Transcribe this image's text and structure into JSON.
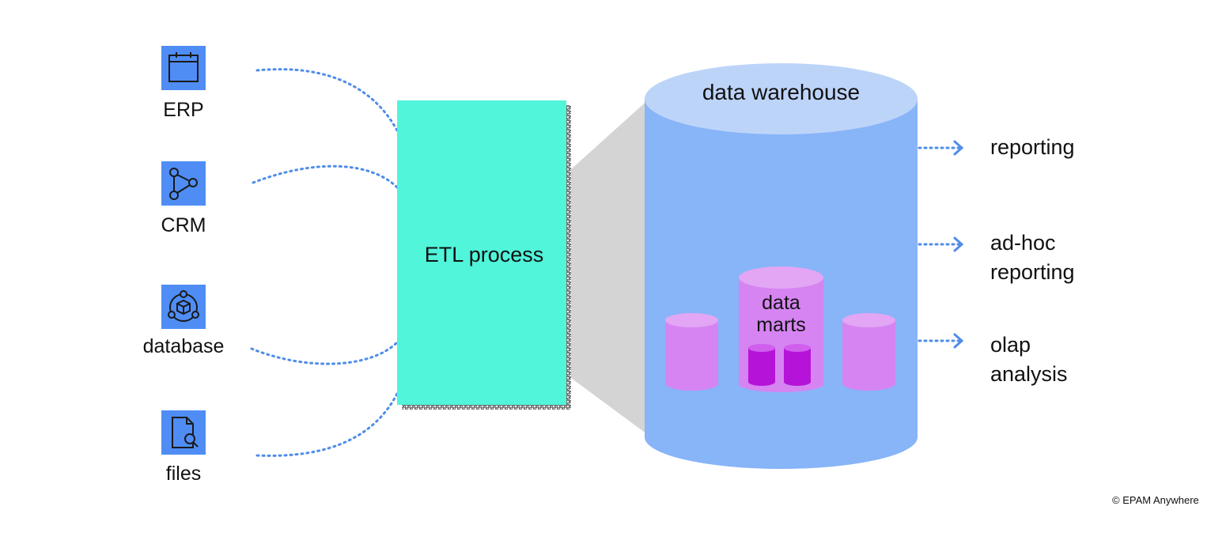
{
  "sources": [
    {
      "label": "ERP",
      "icon": "calendar-icon"
    },
    {
      "label": "CRM",
      "icon": "network-triangle-icon"
    },
    {
      "label": "database",
      "icon": "cube-network-icon"
    },
    {
      "label": "files",
      "icon": "file-search-icon"
    }
  ],
  "etl": {
    "label": "ETL process"
  },
  "warehouse": {
    "label": "data warehouse"
  },
  "marts": {
    "line1": "data",
    "line2": "marts"
  },
  "outputs": [
    {
      "line1": "reporting",
      "line2": ""
    },
    {
      "line1": "ad-hoc",
      "line2": "reporting"
    },
    {
      "line1": "olap",
      "line2": "analysis"
    }
  ],
  "footer": {
    "copyright": "© EPAM Anywhere"
  },
  "colors": {
    "icon_bg": "#4f8df5",
    "etl": "#50f5da",
    "warehouse_body": "#88b4f8",
    "warehouse_top": "#bdd4f9",
    "mart": "#d684f2",
    "mart_top": "#e2a6f4",
    "mart_inner": "#b514d8",
    "connector": "#4f8de8",
    "funnel": "#d4d4d4"
  }
}
